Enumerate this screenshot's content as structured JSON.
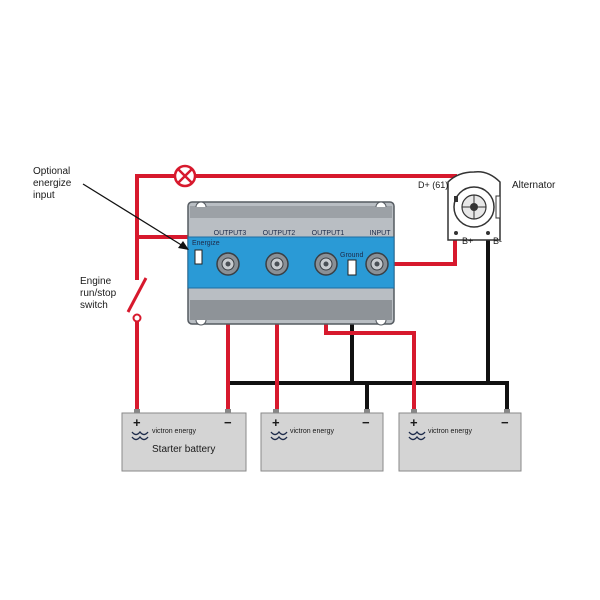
{
  "labels": {
    "optional_input": [
      "Optional",
      "energize",
      "input"
    ],
    "engine_switch": [
      "Engine",
      "run/stop",
      "switch"
    ],
    "alternator": "Alternator",
    "d_plus": "D+ (61)",
    "b_plus": "B+",
    "b_minus": "B-"
  },
  "isolator": {
    "ports": [
      "OUTPUT3",
      "OUTPUT2",
      "OUTPUT1",
      "INPUT"
    ],
    "energize": "Energize",
    "ground": "Ground",
    "body_color": "#2a9ad6"
  },
  "batteries": [
    {
      "brand": "victron energy",
      "caption": "Starter battery",
      "plus": "+",
      "minus": "−"
    },
    {
      "brand": "victron energy",
      "caption": "",
      "plus": "+",
      "minus": "−"
    },
    {
      "brand": "victron energy",
      "caption": "",
      "plus": "+",
      "minus": "−"
    }
  ],
  "colors": {
    "positive_wire": "#d7192d",
    "negative_wire": "#111111",
    "battery": "#d4d4d4",
    "brand": "#1d2b4a"
  }
}
